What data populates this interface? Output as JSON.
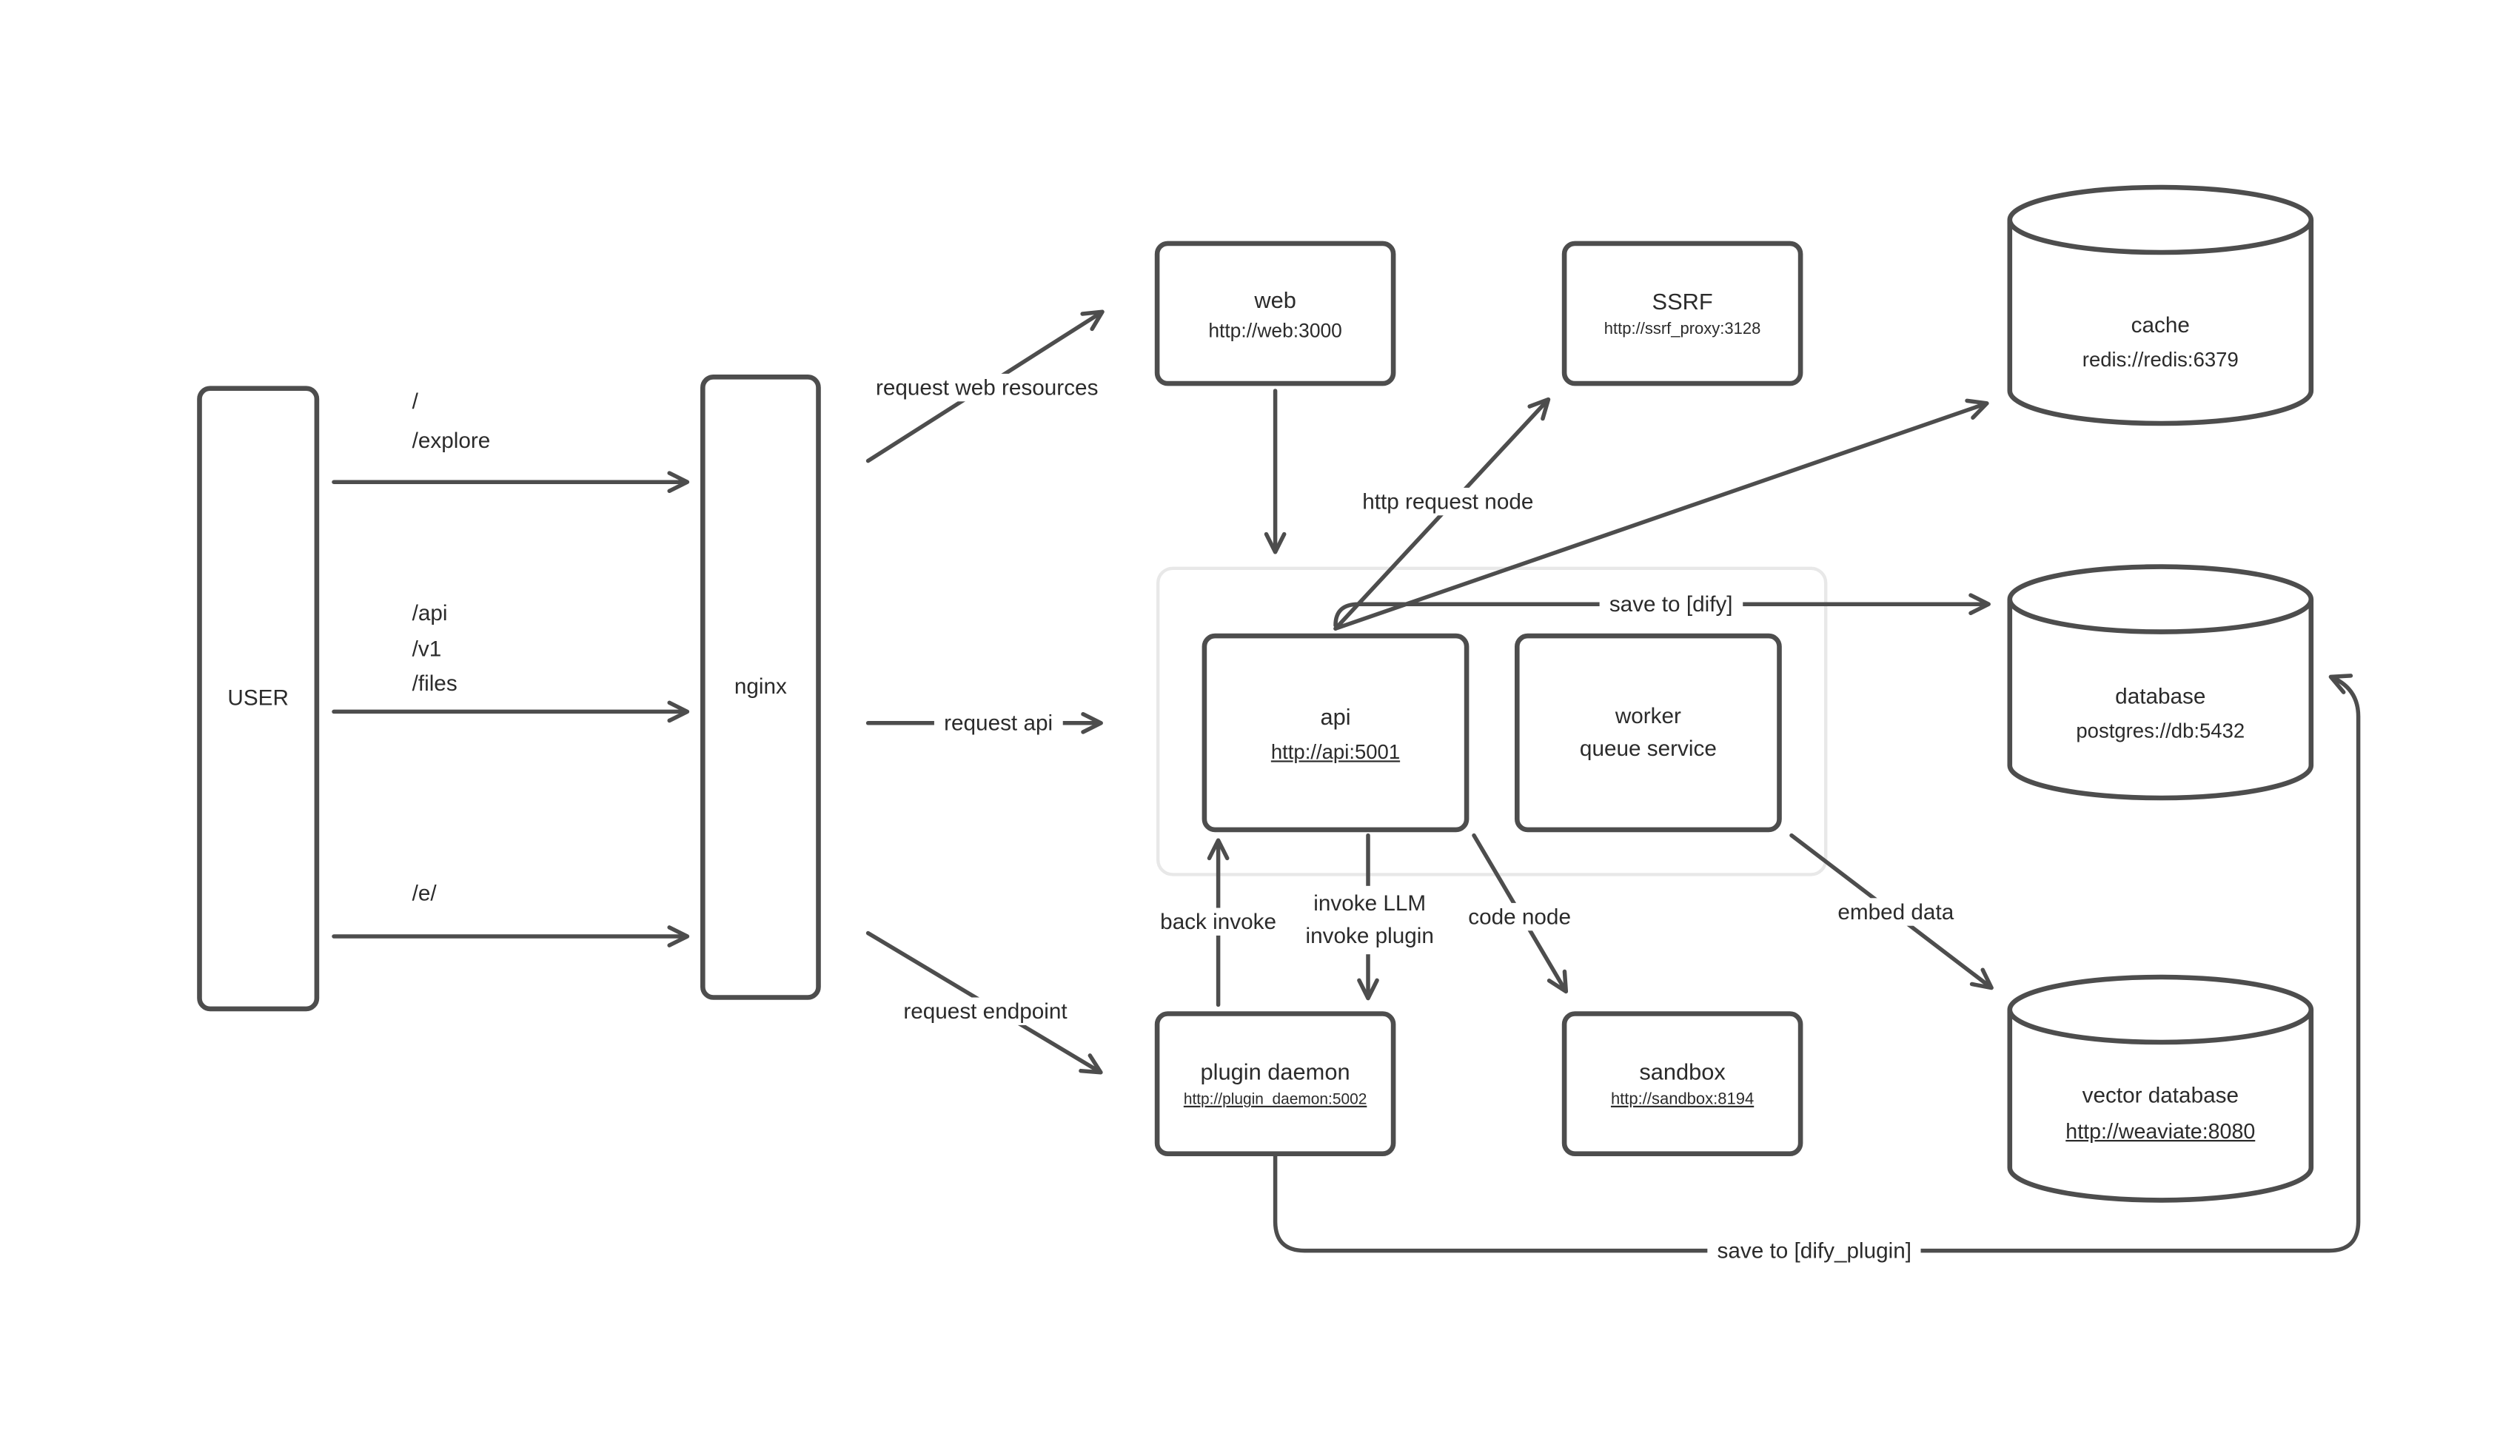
{
  "nodes": {
    "user": {
      "label": "USER"
    },
    "nginx": {
      "label": "nginx"
    },
    "web": {
      "label": "web",
      "sublabel": "http://web:3000"
    },
    "ssrf": {
      "label": "SSRF",
      "sublabel": "http://ssrf_proxy:3128"
    },
    "cache": {
      "label": "cache",
      "sublabel": "redis://redis:6379"
    },
    "api": {
      "label": "api",
      "sublabel": "http://api:5001"
    },
    "worker": {
      "label": "worker",
      "sublabel": "queue service"
    },
    "database": {
      "label": "database",
      "sublabel": "postgres://db:5432"
    },
    "plugin_daemon": {
      "label": "plugin daemon",
      "sublabel": "http://plugin_daemon:5002"
    },
    "sandbox": {
      "label": "sandbox",
      "sublabel": "http://sandbox:8194"
    },
    "vector_database": {
      "label": "vector database",
      "sublabel": "http://weaviate:8080"
    }
  },
  "edge_labels": {
    "user_root": [
      "/",
      "/explore"
    ],
    "user_api": [
      "/api",
      "/v1",
      "/files"
    ],
    "user_e": [
      "/e/"
    ],
    "request_web": "request web resources",
    "request_api": "request api",
    "request_endpoint": "request endpoint",
    "http_request_node": "http request node",
    "save_dify": "save to [dify]",
    "back_invoke": "back invoke",
    "invoke": [
      "invoke LLM",
      "invoke plugin"
    ],
    "code_node": "code node",
    "embed_data": "embed data",
    "save_dify_plugin": "save to [dify_plugin]"
  },
  "colors": {
    "stroke": "#4d4d4d",
    "text": "#2b2b2b",
    "container_border": "#e8e8e8",
    "background": "#ffffff"
  }
}
